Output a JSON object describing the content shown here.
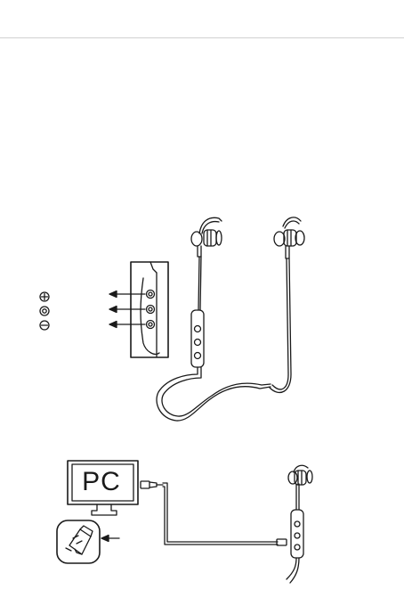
{
  "figure_top": {
    "buttons": [
      {
        "symbol": "plus-in-circle",
        "meaning": "volume-up"
      },
      {
        "symbol": "dot-in-circle",
        "meaning": "play-pause"
      },
      {
        "symbol": "minus-in-circle",
        "meaning": "volume-down"
      }
    ]
  },
  "figure_bottom": {
    "monitor_label": "PC",
    "arrow_target": "wall-charger"
  }
}
